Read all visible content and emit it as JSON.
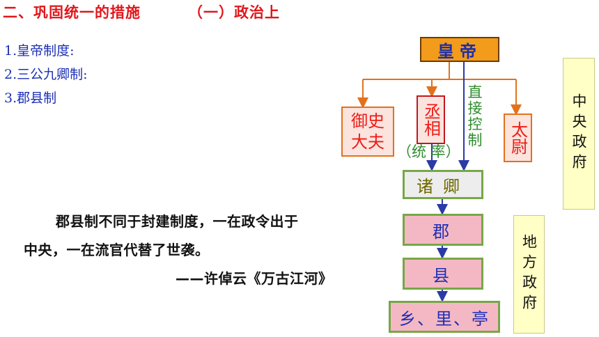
{
  "title": {
    "main": "二、巩固统一的措施",
    "sub": "（一）政治上"
  },
  "list": [
    "1.皇帝制度:",
    "2.三公九卿制:",
    "3.郡县制"
  ],
  "quote": {
    "line1": "郡县制不同于封建制度，一在政令出于",
    "line2": "中央，一在流官代替了世袭。",
    "source": "——许倬云《万古江河》"
  },
  "diagram": {
    "emperor": "皇帝",
    "yushi": "御史大夫",
    "chengxiang": "丞相",
    "taiwei": "太尉",
    "direct_control": "直接控制",
    "tonglv": "（统 率）",
    "zhuqing": "诸卿",
    "jun": "郡",
    "xian": "县",
    "xiang_li_ting": "乡、里、亭",
    "central_gov": "中央政府",
    "local_gov": "地方政府"
  },
  "colors": {
    "title": "#e0161b",
    "list_text": "#1d2fb5",
    "emperor_fill": "#f39b1a",
    "orange_line": "#e2711d",
    "blue_line": "#2a3aa6",
    "green_border": "#77a746",
    "pink_fill": "#f4b8c5",
    "side_fill": "#ffffc6"
  }
}
